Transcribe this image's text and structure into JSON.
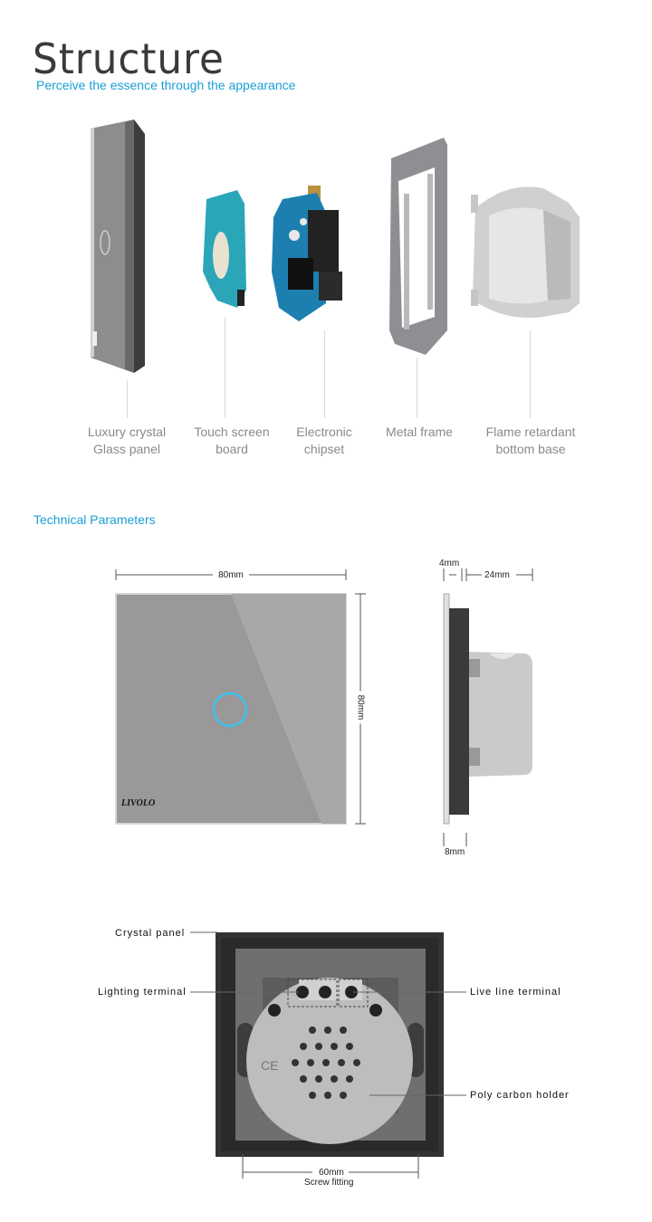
{
  "header": {
    "title": "Structure",
    "subtitle": "Perceive the essence  through the appearance"
  },
  "parts": [
    {
      "line1": "Luxury crystal",
      "line2": "Glass panel"
    },
    {
      "line1": "Touch screen",
      "line2": "board"
    },
    {
      "line1": "Electronic",
      "line2": "chipset"
    },
    {
      "line1": "Metal frame",
      "line2": ""
    },
    {
      "line1": "Flame retardant",
      "line2": "bottom base"
    }
  ],
  "technical": {
    "title": "Technical Parameters",
    "width": "80mm",
    "height": "80mm",
    "glass_thickness": "4mm",
    "depth": "24mm",
    "frame_thickness": "8mm",
    "brand": "LIVOLO"
  },
  "back_view": {
    "crystal_panel": "Crystal panel",
    "lighting_terminal": "Lighting terminal",
    "live_line_terminal": "Live line terminal",
    "poly_carbon_holder": "Poly carbon holder",
    "screw_distance": "60mm",
    "screw_caption": "Screw fitting"
  },
  "colors": {
    "accent": "#1a9fd6",
    "panel_gray": "#9a9898",
    "ring": "#3cc3ee"
  }
}
